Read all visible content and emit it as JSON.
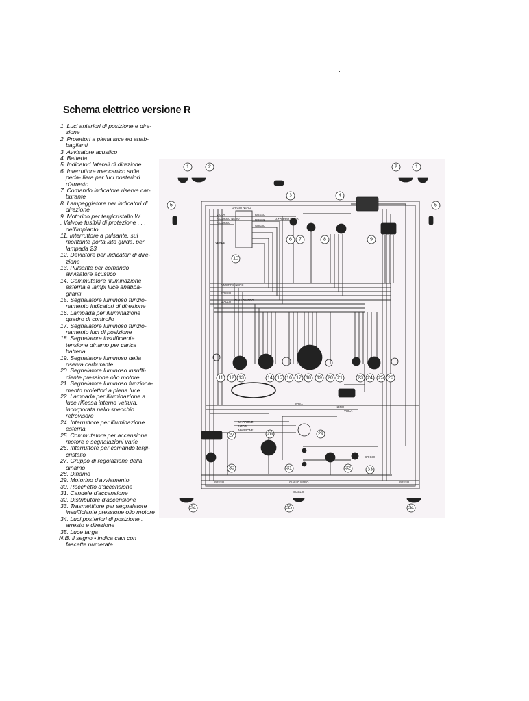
{
  "title": "Schema elettrico versione R",
  "legend": [
    "1. Luci anteriori di posizione e dire- zione",
    "2. Proiettori a piena luce ed anab- baglianti",
    "3. Avvisatore acustico",
    "4. Batteria",
    "5. Indicatori laterali di direzione",
    "6. Interruttore meccanico sulla peda- liera per luci posteriori d'arresto",
    "7. Comando indicatore riserva car- burante",
    "8. Lampeggiatore per indicatori di direzione",
    "9. Motorino per tergicristallo W. .",
    ". Valvole fusibili di protezione . . . dell'impianto",
    "11. Interruttore a pulsante, sul montante porta lato guida, per lampada 23",
    "12. Deviatore per indicatori di dire- zione",
    "13. Pulsante per comando avvisatore acustico",
    "14. Commutatore illuminazione esterna e lampi luce anabba- glianti",
    "15. Segnalatore luminoso funzio- namento indicatori di direzione",
    "16. Lampada per illuminazione quadro di controllo",
    "17. Segnalatore luminoso funzio- namento luci di posizione",
    "18. Segnalatore insufficiente tensione dinamo per carica batteria",
    "19. Segnalatore luminoso della riserva carburante",
    "20. Segnalatore luminoso insuffi- ciente pressione olio motore",
    "21. Segnalatore luminoso funziona- mento proiettori a piena luce",
    "22. Lampada per illuminazione a luce riflessa interno vettura, incorporata nello specchio retrovisore",
    "24. Interruttore per illuminazione esterna",
    "25. Commutatore per accensione motore e segnalazioni varie",
    "26. Interruttore per comando tergi- cristallo",
    "27. Gruppo di regolazione della dinamo",
    "28. Dinamo",
    "29. Motorino d'avviamento",
    "30. Rocchetto d'accensione",
    "31. Candele d'accensione",
    "32. Distributore d'accensione",
    "33. Trasmettitore per segnalatore insufficiente pressione olio motore",
    "34. Luci posteriori di posizione,. arresto e direzione",
    "35. Luce targa",
    "N.B. il segno • indica cavi con fascette numerate"
  ],
  "diagram": {
    "callouts": [
      "1",
      "2",
      "2",
      "1",
      "3",
      "4",
      "5",
      "5",
      "6",
      "7",
      "8",
      "9",
      "10",
      "11",
      "12",
      "13",
      "14",
      "15",
      "16",
      "17",
      "18",
      "19",
      "20",
      "21",
      "23",
      "24",
      "25",
      "26",
      "27",
      "28",
      "29",
      "30",
      "31",
      "32",
      "33",
      "34",
      "35",
      "34"
    ],
    "wire_labels": {
      "grigio_nero": "GRIGIO NERO",
      "azzurro_nero": "AZZURRO NERO",
      "rosso": "ROSSO",
      "viola": "VIOLA",
      "azzurro": "AZZURRO",
      "grigio": "GRIGIO",
      "verde": "VERDE",
      "bianco": "BIANCO",
      "giallo_nero": "GIALLO NERO",
      "nero": "NERO",
      "marrone": "MARRONE",
      "giallo": "GIALLO",
      "rosa": "ROSA"
    },
    "colors": {
      "background": "#f7f3f6",
      "wire": "#333333"
    }
  }
}
